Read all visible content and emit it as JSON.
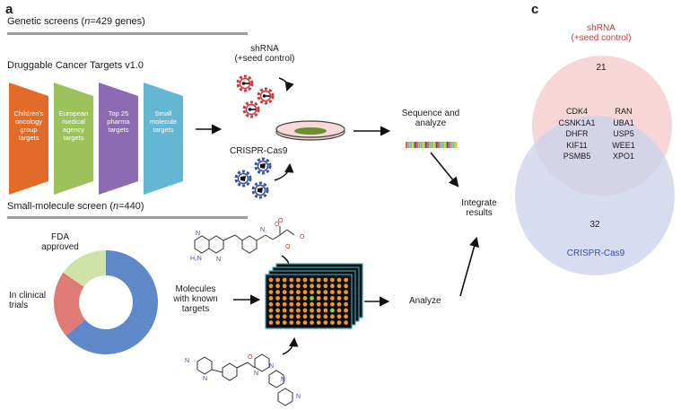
{
  "panel_a": {
    "letter": "a",
    "genetic_title": "Genetic screens (",
    "genetic_n": "n",
    "genetic_rest": "=429 genes)",
    "dct_title": "Druggable Cancer Targets v1.0",
    "targets": [
      {
        "label": "Children's oncology group targets",
        "color": "#e26b2a"
      },
      {
        "label": "European medical agency targets",
        "color": "#9cc25b"
      },
      {
        "label": "Top 25 pharma targets",
        "color": "#8c6bb2"
      },
      {
        "label": "Small molecule targets",
        "color": "#63b7d4"
      }
    ],
    "shrna_label_1": "shRNA",
    "shrna_label_2": "(+seed control)",
    "crispr_label": "CRISPR-Cas9",
    "sequence_label_1": "Sequence and",
    "sequence_label_2": "analyze",
    "integrate_label_1": "Integrate",
    "integrate_label_2": "results",
    "sm_title": "Small-molecule screen (",
    "sm_n": "n",
    "sm_rest": "=440)",
    "donut": {
      "fda_label_1": "FDA",
      "fda_label_2": "approved",
      "clinical_label_1": "In clinical",
      "clinical_label_2": "trials",
      "colors": {
        "fda": "#cfe3a6",
        "clinical": "#e07a76",
        "other": "#5e88c8"
      }
    },
    "molecules_label_1": "Molecules",
    "molecules_label_2": "with known",
    "molecules_label_3": "targets",
    "analyze_label": "Analyze"
  },
  "panel_c": {
    "letter": "c",
    "shrna_label_1": "shRNA",
    "shrna_label_2": "(+seed control)",
    "shrna_only": "21",
    "crispr_only": "32",
    "crispr_label": "CRISPR-Cas9",
    "overlap_left": [
      "CDK4",
      "CSNK1A1",
      "DHFR",
      "KIF11",
      "PSMB5"
    ],
    "overlap_right": [
      "RAN",
      "UBA1",
      "USP5",
      "WEE1",
      "XPO1"
    ],
    "colors": {
      "shrna": "#f4cfcf",
      "crispr": "#cdd3ea",
      "shrna_text": "#d1343a",
      "crispr_text": "#3b4fa6"
    }
  }
}
